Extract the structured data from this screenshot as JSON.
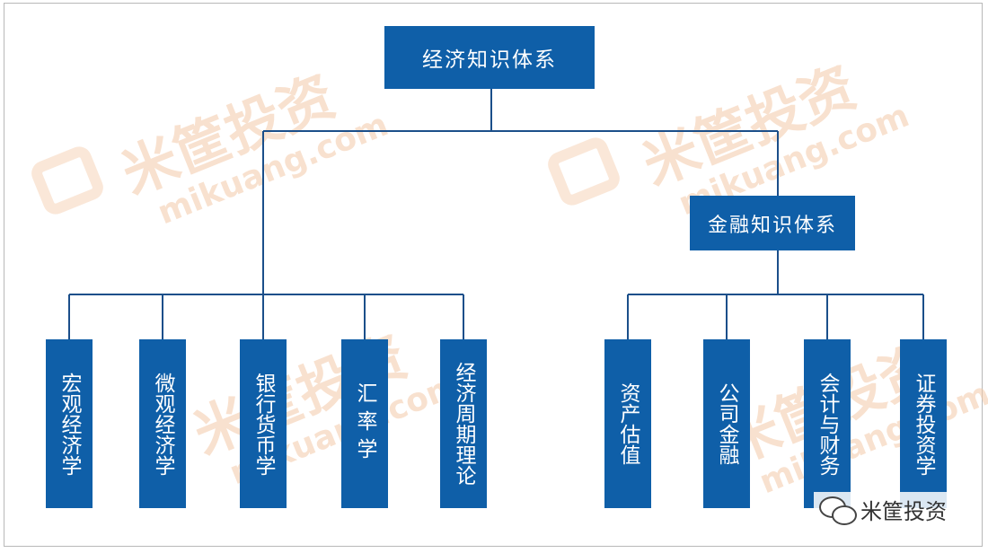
{
  "root": {
    "label": "经济知识体系"
  },
  "finance": {
    "label": "金融知识体系"
  },
  "econ_children": [
    {
      "label": "宏观经济学"
    },
    {
      "label": "微观经济学"
    },
    {
      "label": "银行货币学"
    },
    {
      "label": "汇率学"
    },
    {
      "label": "经济周期理论"
    }
  ],
  "finance_children": [
    {
      "label": "资产估值"
    },
    {
      "label": "公司金融"
    },
    {
      "label": "会计与财务"
    },
    {
      "label": "证券投资学"
    }
  ],
  "watermark": {
    "brand": "米筐投资",
    "url": "mikuang.com"
  },
  "footer": {
    "brand": "米筐投资",
    "icon": "wechat-icon"
  },
  "colors": {
    "box": "#0f5fa8",
    "line": "#1b4f8a",
    "watermark": "#f3c9a8"
  }
}
